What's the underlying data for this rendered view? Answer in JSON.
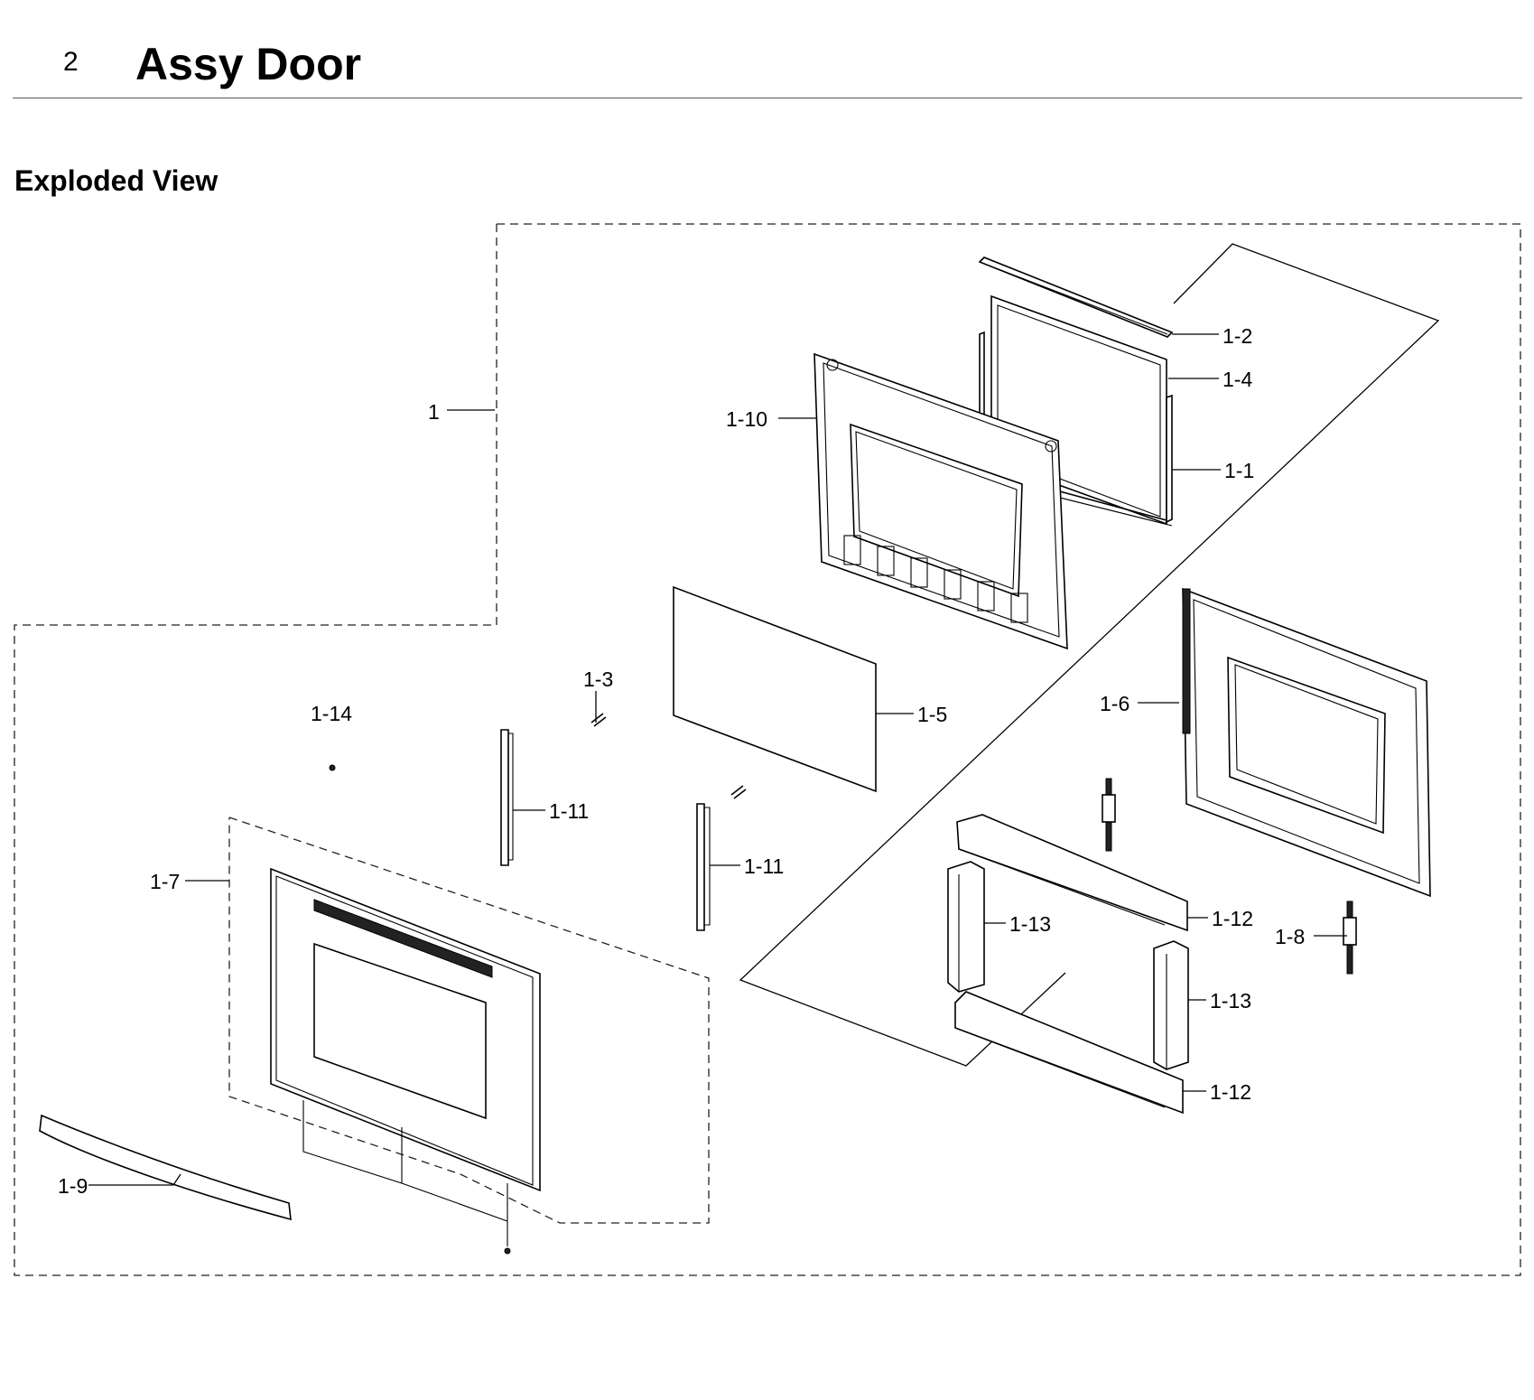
{
  "header": {
    "section_number": "2",
    "title": "Assy Door"
  },
  "subtitle": "Exploded View",
  "callouts": {
    "c1": "1",
    "c1_1": "1-1",
    "c1_2": "1-2",
    "c1_3": "1-3",
    "c1_4": "1-4",
    "c1_5": "1-5",
    "c1_6": "1-6",
    "c1_7": "1-7",
    "c1_8": "1-8",
    "c1_9": "1-9",
    "c1_10": "1-10",
    "c1_11a": "1-11",
    "c1_11b": "1-11",
    "c1_12a": "1-12",
    "c1_12b": "1-12",
    "c1_13a": "1-13",
    "c1_13b": "1-13",
    "c1_14": "1-14"
  }
}
